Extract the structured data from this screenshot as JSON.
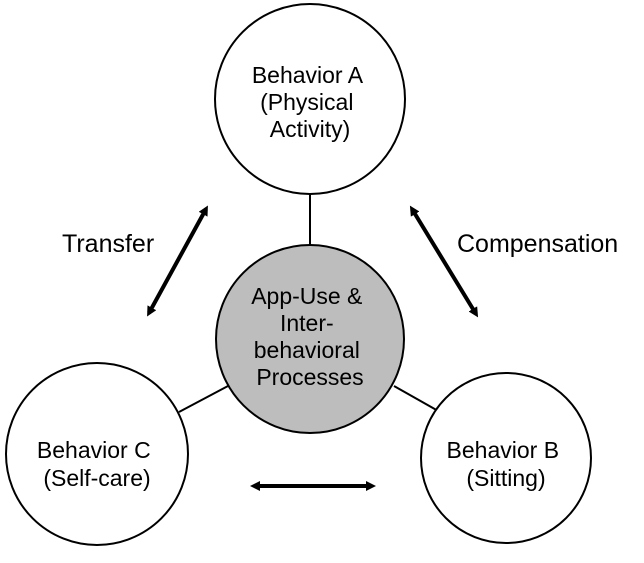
{
  "colors": {
    "center_fill": "#bdbdbd",
    "outer_fill": "#ffffff",
    "stroke": "#000000"
  },
  "nodes": {
    "top": {
      "lines": [
        "Behavior A",
        "(Physical",
        "Activity)"
      ]
    },
    "center": {
      "lines": [
        "App-Use &",
        "Inter-",
        "behavioral",
        "Processes"
      ]
    },
    "left": {
      "lines": [
        "Behavior C",
        "(Self-care)"
      ]
    },
    "right": {
      "lines": [
        "Behavior B",
        "(Sitting)"
      ]
    }
  },
  "labels": {
    "transfer": "Transfer",
    "compensation": "Compensation"
  }
}
